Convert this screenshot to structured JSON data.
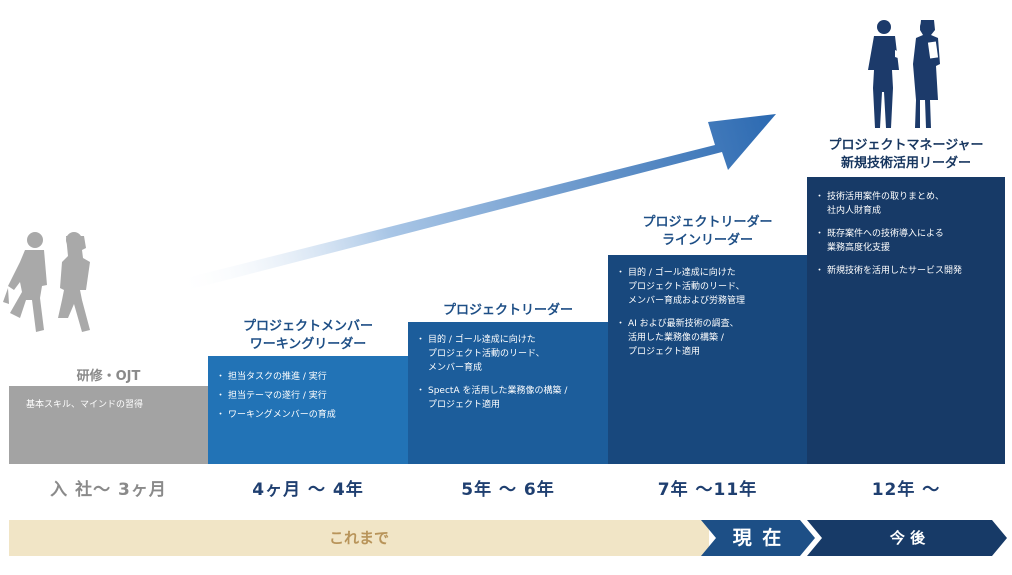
{
  "stages": [
    {
      "title": "研修・OJT",
      "bullets": [
        "基本スキル、マインドの習得"
      ],
      "period": "入 社～ 3ヶ月"
    },
    {
      "title": "プロジェクトメンバー\nワーキングリーダー",
      "bullets": [
        "担当タスクの推進 / 実行",
        "担当テーマの遂行 / 実行",
        "ワーキングメンバーの育成"
      ],
      "period": "4ヶ月 ～ 4年"
    },
    {
      "title": "プロジェクトリーダー",
      "bullets": [
        "目的 / ゴール達成に向けた\nプロジェクト活動のリード、\nメンバー育成",
        "SpectA を活用した業務像の構築 /\nプロジェクト適用"
      ],
      "period": "5年 ～ 6年"
    },
    {
      "title": "プロジェクトリーダー\nラインリーダー",
      "bullets": [
        "目的 / ゴール達成に向けた\nプロジェクト活動のリード、\nメンバー育成および労務管理",
        "AI および最新技術の調査、\n活用した業務像の構築 /\nプロジェクト適用"
      ],
      "period": "7年 ～11年"
    },
    {
      "title": "プロジェクトマネージャー\n新規技術活用リーダー",
      "bullets": [
        "技術活用案件の取りまとめ、\n社内人財育成",
        "既存案件への技術導入による\n業務高度化支援",
        "新規技術を活用したサービス開発"
      ],
      "period": "12年 ～"
    }
  ],
  "timeline": {
    "past": "これまで",
    "present": "現 在",
    "future": "今 後"
  },
  "colors": {
    "stage1": "#a3a3a3",
    "stage2": "#2273b6",
    "stage3": "#1c5d9b",
    "stage4": "#18487d",
    "stage5": "#173a67",
    "band_past": "#f1e5c6",
    "band_present": "#1d4f86",
    "band_future": "#173a67",
    "arrow": "#2b69b1"
  },
  "icons": [
    "walking-people-icon",
    "business-people-icon",
    "growth-arrow-icon"
  ]
}
